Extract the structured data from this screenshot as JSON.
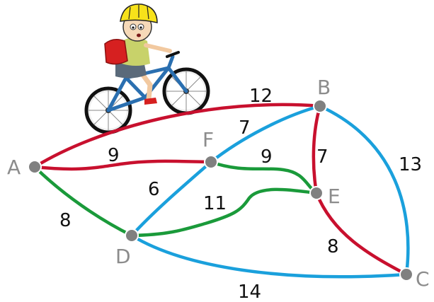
{
  "graph": {
    "nodes": [
      {
        "id": "A",
        "label": "A"
      },
      {
        "id": "B",
        "label": "B"
      },
      {
        "id": "C",
        "label": "C"
      },
      {
        "id": "D",
        "label": "D"
      },
      {
        "id": "E",
        "label": "E"
      },
      {
        "id": "F",
        "label": "F"
      }
    ],
    "edges": [
      {
        "from": "A",
        "to": "B",
        "weight": "12",
        "color": "#c8102e"
      },
      {
        "from": "A",
        "to": "F",
        "weight": "9",
        "color": "#c8102e"
      },
      {
        "from": "A",
        "to": "D",
        "weight": "8",
        "color": "#1a9a3a"
      },
      {
        "from": "F",
        "to": "B",
        "weight": "7",
        "color": "#1aa0dc"
      },
      {
        "from": "F",
        "to": "D",
        "weight": "6",
        "color": "#1aa0dc"
      },
      {
        "from": "F",
        "to": "E",
        "weight": "9",
        "color": "#1a9a3a"
      },
      {
        "from": "B",
        "to": "E",
        "weight": "7",
        "color": "#c8102e"
      },
      {
        "from": "B",
        "to": "C",
        "weight": "13",
        "color": "#1aa0dc"
      },
      {
        "from": "D",
        "to": "E",
        "weight": "11",
        "color": "#1a9a3a"
      },
      {
        "from": "E",
        "to": "C",
        "weight": "8",
        "color": "#c8102e"
      },
      {
        "from": "D",
        "to": "C",
        "weight": "14",
        "color": "#1aa0dc"
      }
    ],
    "node_color": "#808080"
  },
  "illustration": {
    "subject": "child-riding-bicycle"
  }
}
